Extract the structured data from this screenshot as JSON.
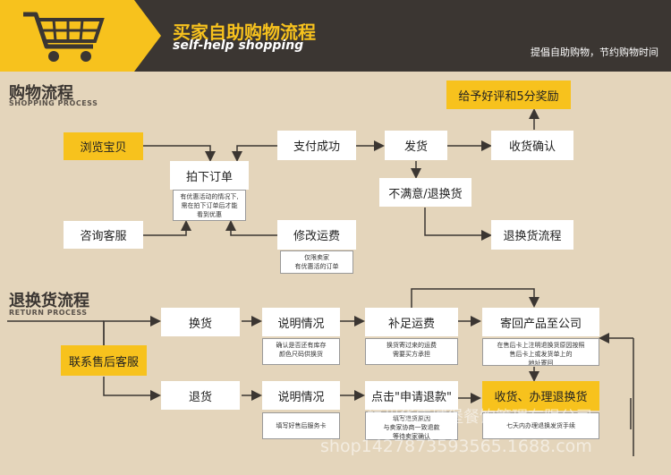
{
  "header": {
    "title": "买家自助购物流程",
    "subtitle": "self-help shopping",
    "slogan": "提倡自助购物，节约购物时间",
    "icon": "shopping-cart-icon",
    "colors": {
      "accent": "#f7c21d",
      "dark": "#3b3632",
      "background": "#e4d5bb"
    }
  },
  "shopping": {
    "title": "购物流程",
    "subtitle": "SHOPPING PROCESS",
    "browse": "浏览宝贝",
    "consult": "咨询客服",
    "order": "拍下订单",
    "order_note": [
      "有优惠活动的情况下,",
      "需在拍下订单后才能",
      "看到优惠"
    ],
    "pay": "支付成功",
    "modify": "修改运费",
    "modify_note": [
      "仅限卖家",
      "有优惠活的订单"
    ],
    "ship": "发货",
    "confirm": "收货确认",
    "reward": "给予好评和5分奖励",
    "unhappy": "不满意/退换货",
    "return_flow": "退换货流程"
  },
  "returns": {
    "title": "退换货流程",
    "subtitle": "RETURN PROCESS",
    "contact": "联系售后客服",
    "exchange": "换货",
    "explain1": "说明情况",
    "explain1_note": [
      "确认是否还有库存",
      "颜色尺码供换货"
    ],
    "pay_freight": "补足运费",
    "pay_freight_note": [
      "换货寄过来的运费",
      "需要买方承担"
    ],
    "send_back": "寄回产品至公司",
    "send_back_note": [
      "在售后卡上注明退换货原因按照",
      "售后卡上或发货单上的",
      "地址寄回"
    ],
    "refund": "退货",
    "explain2": "说明情况",
    "explain2_note": [
      "填写好售后服务卡"
    ],
    "request_refund": "点击\"申请退款\"",
    "request_refund_note": [
      "填写退货原因",
      "与卖家协商一致退款",
      "等待卖家确认"
    ],
    "receive": "收货、办理退换货",
    "receive_note": [
      "七天内办理退换发货手续"
    ]
  },
  "watermark": {
    "company": "福州华庆城堡餐饮管理有限公司",
    "url": "shop1427873593565.1688.com"
  }
}
